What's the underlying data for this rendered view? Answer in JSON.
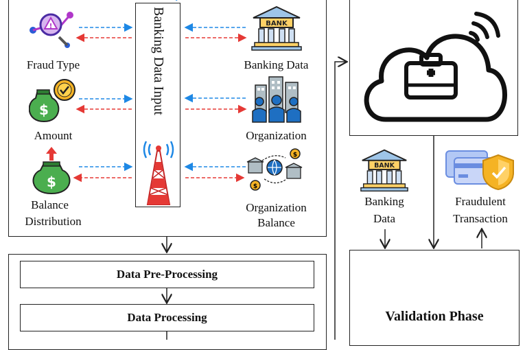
{
  "input_panel": {
    "center_label": "Banking Data Input",
    "left_items": [
      "Fraud Type",
      "Amount",
      "Balance",
      "Distribution"
    ],
    "right_items": [
      "Banking Data",
      "Organization",
      "Organization",
      "Balance"
    ]
  },
  "processing": {
    "step1": "Data Pre-Processing",
    "step2": "Data Processing"
  },
  "right_side": {
    "bank_label_1": "Banking",
    "bank_label_2": "Data",
    "fraud_label_1": "Fraudulent",
    "fraud_label_2": "Transaction",
    "validation": "Validation Phase",
    "bank_sign": "BANK"
  },
  "colors": {
    "blue_arrow": "#1e88e5",
    "red_arrow": "#e53935",
    "money_green": "#3d9a3d",
    "gold": "#f5b324"
  }
}
